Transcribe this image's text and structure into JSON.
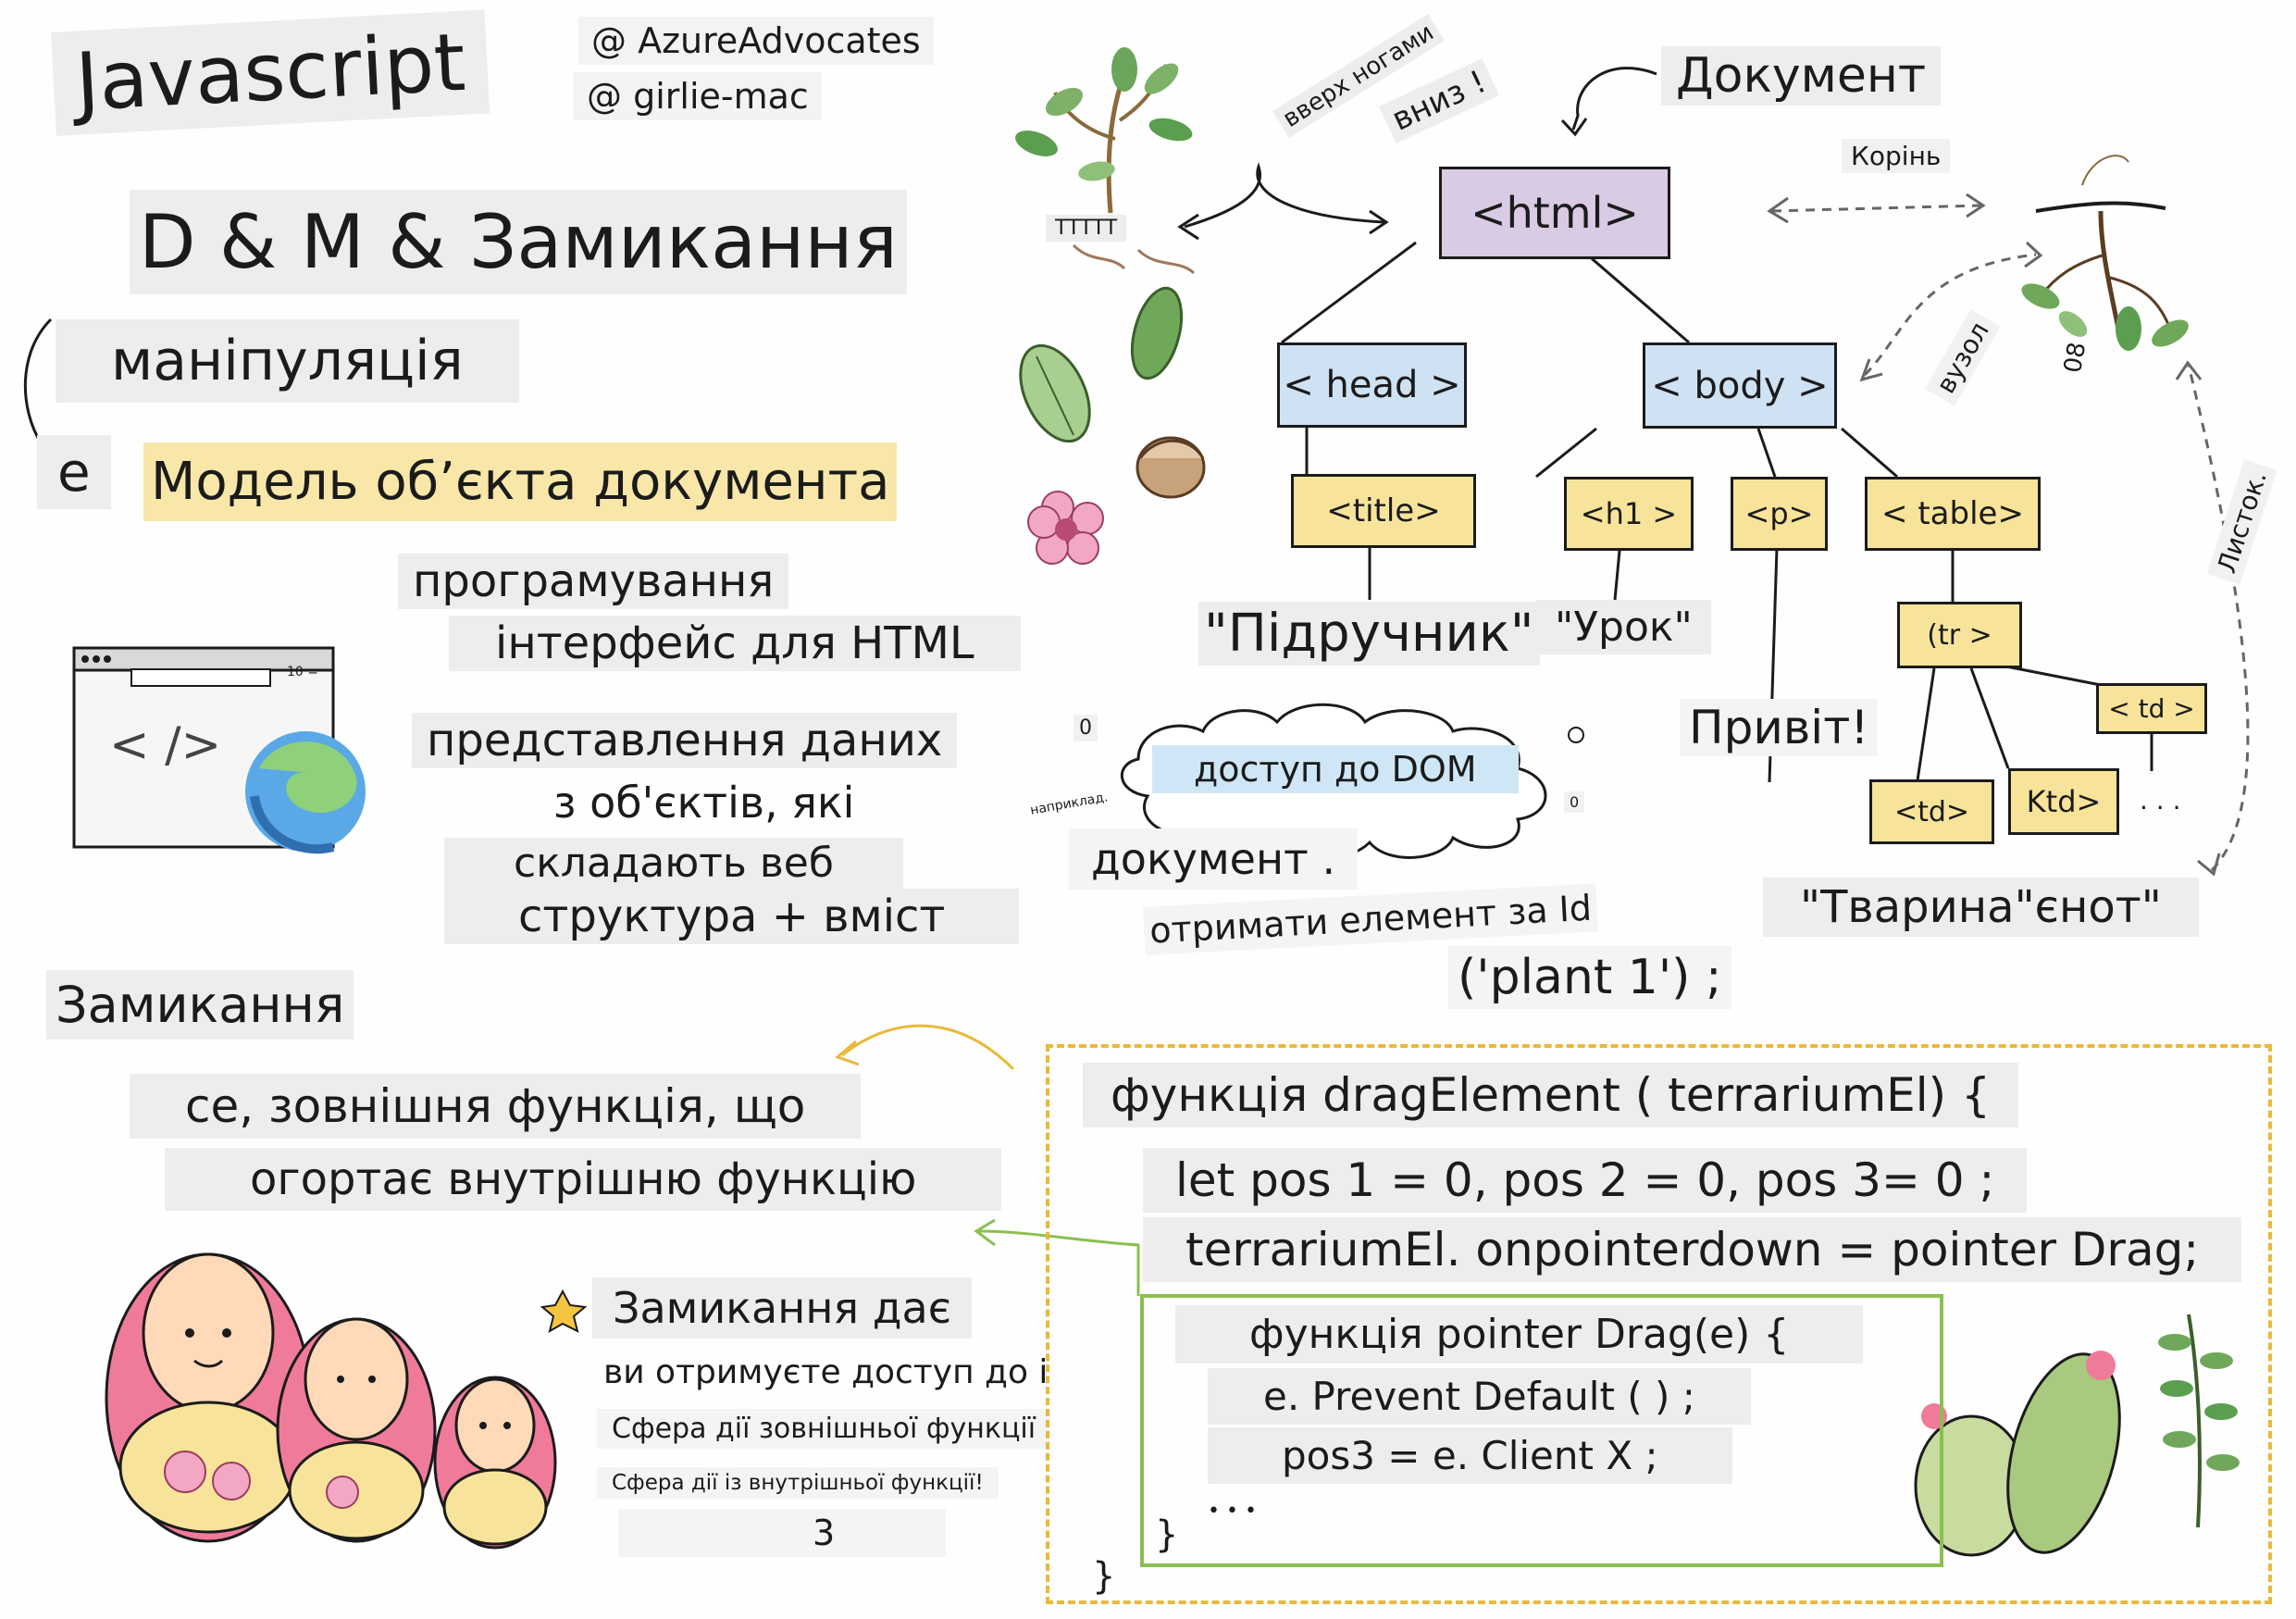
{
  "header": {
    "title": "Javascript",
    "author_1": "@ AzureAdvocates",
    "author_2": "@ girlie-mac",
    "subtitle": "D & M & Замикання",
    "line_manipulation": "маніпуляція",
    "line_e": "е",
    "line_model": "Модель об’єкта документа"
  },
  "definition": {
    "l1": "програмування",
    "l2": "інтерфейс для HTML",
    "l3": "представлення даних",
    "l4": "з об'єктів, які",
    "l5": "складають веб",
    "l6": "структура + вміст"
  },
  "browser": {
    "zoom": "10 =",
    "code_glyph": "< />"
  },
  "tree": {
    "document": "Документ",
    "upside_down": "вверх ногами",
    "down": "вниз !",
    "roots_label": "ТТТТТ",
    "root": "Корінь",
    "node": "вузол",
    "leaf": "Листок.",
    "leaf_mark": "08",
    "html": "<html>",
    "head": "< head >",
    "body": "< body >",
    "title": "<title>",
    "h1": "<h1 >",
    "p": "<p>",
    "table": "< table>",
    "tr": "(tr >",
    "td1": "< td >",
    "td2": "<td>",
    "td3": "Ktd>",
    "dots": ". . .",
    "txt_textbook": "\"Підручник\"",
    "txt_lesson": "\"Урок\"",
    "txt_hello": "Привіт!",
    "txt_animal": "\"Тварина\"єнот\""
  },
  "dom_access": {
    "cloud_label": "доступ до DOM",
    "zero_1": "0",
    "zero_2": "0",
    "example": "наприклад.",
    "code_1": "документ .",
    "code_2": "отримати елемент за Id",
    "code_3": "('plant 1') ;"
  },
  "closures": {
    "title": "Замикання",
    "desc_1": "се, зовнішня функція, що",
    "desc_2": "огортає внутрішню функцію",
    "gives": "Замикання дає",
    "access": "ви отримуєте доступ до і",
    "outer_scope": "Сфера дії зовнішньої функції",
    "inner_scope": "Сфера дії із внутрішньої функції!",
    "num": "3"
  },
  "code": {
    "line1": "функція dragElement ( terrariumEl) {",
    "line2": "let pos 1 = 0, pos 2 = 0, pos 3= 0 ;",
    "line3": "terrariumEl. onpointerdown = pointer Drag;",
    "line4": "функція pointer Drag(e) {",
    "line5": "e. Prevent Default ( ) ;",
    "line6": "pos3 = e. Client X ;",
    "line7": "• • •",
    "close_inner": "}",
    "close_outer": "}"
  },
  "colors": {
    "accent_yellow": "#f8e7a8",
    "node_purple": "#d8cbe3",
    "node_blue": "#cfe2f3",
    "node_yellow": "#f7e49a",
    "code_border": "#e9b93a",
    "inner_border": "#8bbf4f"
  }
}
